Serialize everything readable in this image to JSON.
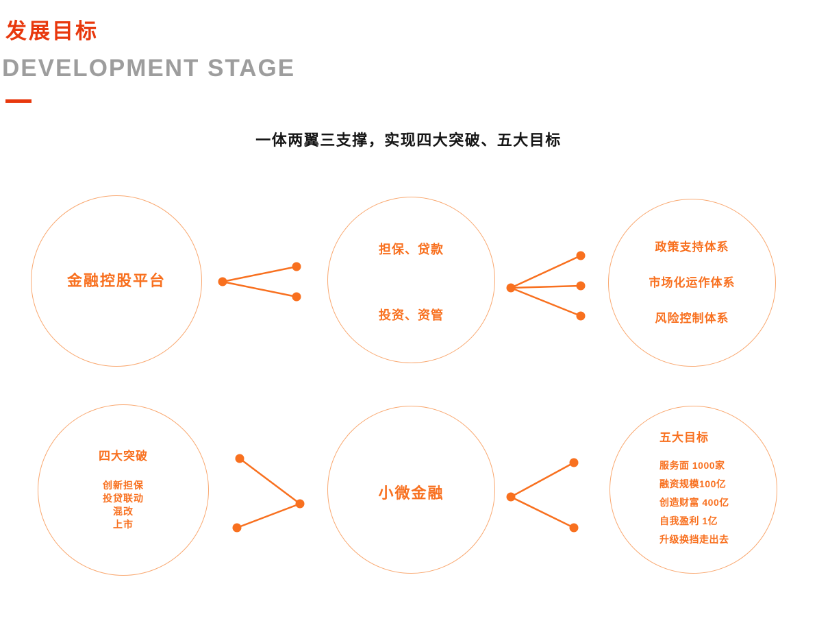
{
  "header": {
    "title": "发展目标",
    "subtitle": "DEVELOPMENT STAGE"
  },
  "heading": "一体两翼三支撑，实现四大突破、五大目标",
  "colors": {
    "accent": "#f8701f",
    "title": "#e8380d",
    "subtitle_gray": "#9d9d9d",
    "circle_border": "#f9a870",
    "heading_text": "#151515"
  },
  "circles": {
    "financial_holding": {
      "label": "金融控股平台"
    },
    "two_wings": {
      "items": [
        "担保、贷款",
        "投资、资管"
      ]
    },
    "three_supports": {
      "items": [
        "政策支持体系",
        "市场化运作体系",
        "风险控制体系"
      ]
    },
    "four_breakthroughs": {
      "title": "四大突破",
      "items": [
        "创新担保",
        "投贷联动",
        "混改",
        "上市"
      ]
    },
    "micro_finance": {
      "label": "小微金融"
    },
    "five_goals": {
      "title": "五大目标",
      "items": [
        "服务面 1000家",
        "融资规模100亿",
        "创造财富 400亿",
        "自我盈利 1亿",
        "升级换挡走出去"
      ]
    }
  }
}
